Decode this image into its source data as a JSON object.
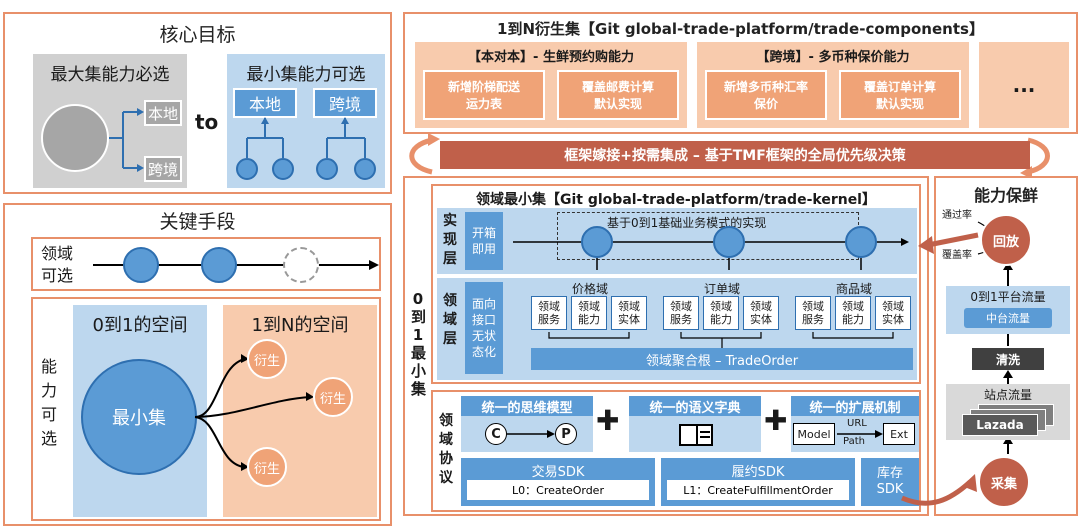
{
  "core_goal": {
    "title": "核心目标",
    "max_set_label": "最大集能力必选",
    "min_set_label": "最小集能力可选",
    "max_local": "本地",
    "max_cross": "跨境",
    "to": "to",
    "min_local": "本地",
    "min_cross": "跨境"
  },
  "key_means": {
    "title": "关键手段",
    "domain_optional": "领域\n可选",
    "ability_optional": "能\n力\n可\n选",
    "space_0_1": "0到1的空间",
    "space_1_n": "1到N的空间",
    "min_set": "最小集",
    "derive_1": "衍生",
    "derive_2": "衍生",
    "derive_3": "衍生"
  },
  "one_to_n": {
    "title": "1到N衍生集【Git global-trade-platform/trade-components】",
    "group1_title": "【本对本】- 生鲜预约购能力",
    "group1_items": [
      "新增阶梯配送\n运力表",
      "覆盖邮费计算\n默认实现"
    ],
    "group2_title": "【跨境】- 多币种保价能力",
    "group2_items": [
      "新增多币种汇率\n保价",
      "覆盖订单计算\n默认实现"
    ],
    "more": "..."
  },
  "banner": "框架嫁接+按需集成 – 基于TMF框架的全局优先级决策",
  "kernel": {
    "side_label": "0\n到\n1\n最\n小\n集",
    "title": "领域最小集【Git global-trade-platform/trade-kernel】",
    "impl_layer": "实\n现\n层",
    "impl_tag": "开箱\n即用",
    "impl_desc": "基于0到1基础业务模式的实现",
    "domain_layer": "领\n域\n层",
    "domain_tag": "面向\n接口\n无状\n态化",
    "domains": [
      {
        "name": "价格域",
        "items": [
          "领域\n服务",
          "领域\n能力",
          "领域\n实体"
        ]
      },
      {
        "name": "订单域",
        "items": [
          "领域\n服务",
          "领域\n能力",
          "领域\n实体"
        ]
      },
      {
        "name": "商品域",
        "items": [
          "领域\n服务",
          "领域\n能力",
          "领域\n实体"
        ]
      }
    ],
    "aggregate_root": "领域聚合根 – TradeOrder",
    "protocol_layer": "领\n域\n协\n议",
    "thinking_model": "统一的思维模型",
    "thinking_c": "C",
    "thinking_p": "P",
    "dictionary": "统一的语义字典",
    "extension": "统一的扩展机制",
    "ext_model": "Model",
    "ext_url": "URL",
    "ext_path": "Path",
    "ext_ext": "Ext",
    "trade_sdk": "交易SDK",
    "trade_sdk_api": "L0：CreateOrder",
    "fulfill_sdk": "履约SDK",
    "fulfill_sdk_api": "L1：CreateFulfillmentOrder",
    "stock_sdk": "库存\nSDK"
  },
  "guarantee": {
    "title": "能力保鲜",
    "pass_rate": "通过率",
    "coverage_rate": "覆盖率",
    "replay": "回放",
    "traffic_title": "0到1平台流量",
    "middle_traffic": "中台流量",
    "clean": "清洗",
    "site_traffic": "站点流量",
    "lazada": "Lazada",
    "collect": "采集"
  },
  "colors": {
    "orange_border": "#e8906a",
    "blue": "#5b9bd5",
    "light_blue": "#bdd7ee",
    "orange_fill": "#f0a377",
    "light_orange": "#f8cbad",
    "banner": "#c0604a"
  }
}
